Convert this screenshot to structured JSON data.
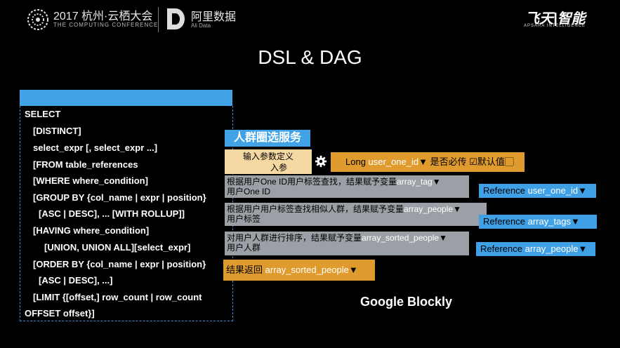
{
  "header": {
    "conference_line1": "2017 杭州·云栖大会",
    "conference_line2": "THE COMPUTING CONFERENCE",
    "ali_data_name": "阿里数据",
    "ali_data_sub": "Ali Data",
    "apsara_name": "飞天|智能",
    "apsara_sub": "APSARA INTELLIGENCE"
  },
  "slide_title": "DSL & DAG",
  "sql_lines": [
    "SELECT",
    "[DISTINCT]",
    "select_expr [, select_expr ...]",
    "[FROM table_references",
    "[WHERE where_condition]",
    "[GROUP BY {col_name | expr | position}",
    "[ASC | DESC], ... [WITH ROLLUP]]",
    "[HAVING where_condition]",
    "[UNION, UNION ALL][select_expr]",
    "[ORDER BY {col_name | expr | position}",
    "[ASC | DESC], ...]",
    "[LIMIT {[offset,] row_count | row_count",
    "OFFSET offset}]"
  ],
  "blockly": {
    "service_title": "人群圈选服务",
    "input_param_line1": "输入参数定义",
    "input_param_line2": "入参",
    "long_prefix": "Long",
    "long_var": "user_one_id",
    "long_suffix": "▼ 是否必传 ☑默认值▢",
    "step1_text": "根据用户One ID用户标签查找，结果赋予变量",
    "step1_var": "array_tag",
    "step1_arrow": "▼",
    "step1_line2": "用户One ID",
    "step2_text": "根据用户用户标签查找相似人群，结果赋予变量",
    "step2_var": "array_people",
    "step2_arrow": "▼",
    "step2_line2": "用户标签",
    "step3_text": "对用户人群进行排序，结果赋予变量",
    "step3_var": "array_sorted_people",
    "step3_arrow": "▼",
    "step3_line2": "用户人群",
    "ref_label": "Reference",
    "ref1_var": "user_one_id",
    "ref2_var": "array_tags",
    "ref3_var": "array_people",
    "ref_arrow": "▼",
    "result_label": "结果返回",
    "result_var": "array_sorted_people",
    "result_arrow": "▼"
  },
  "footer_label": "Google Blockly",
  "colors": {
    "background": "#000000",
    "blue": "#41a3e5",
    "orange": "#e09b2e",
    "light_orange": "#f6d8a3",
    "grey": "#9aa0a6"
  }
}
